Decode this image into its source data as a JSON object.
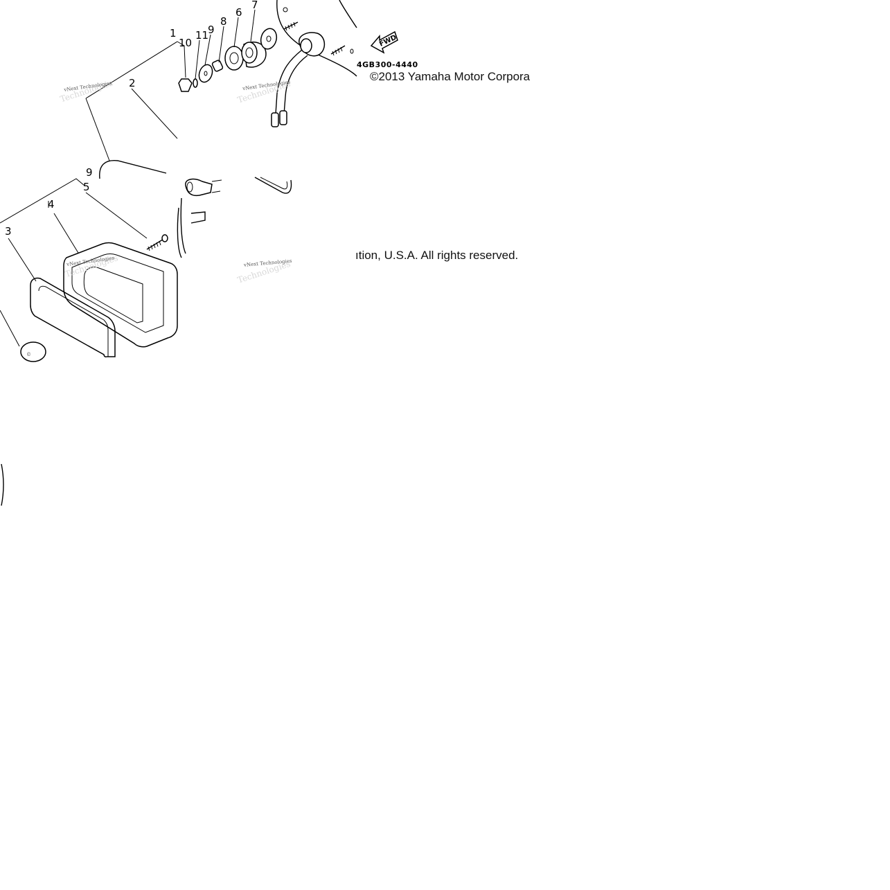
{
  "diagram": {
    "drawing_code": "4GB300-4440",
    "copyright_line1": "©2013 Yamaha Motor Corpora",
    "copyright_line2": "ıtion, U.S.A. All rights reserved.",
    "direction_marker": "FWD",
    "watermark": "vNext Technologies",
    "callouts": [
      "1",
      "2",
      "3",
      "4",
      "5",
      "6",
      "7",
      "8",
      "9",
      "9",
      "10",
      "11"
    ]
  }
}
